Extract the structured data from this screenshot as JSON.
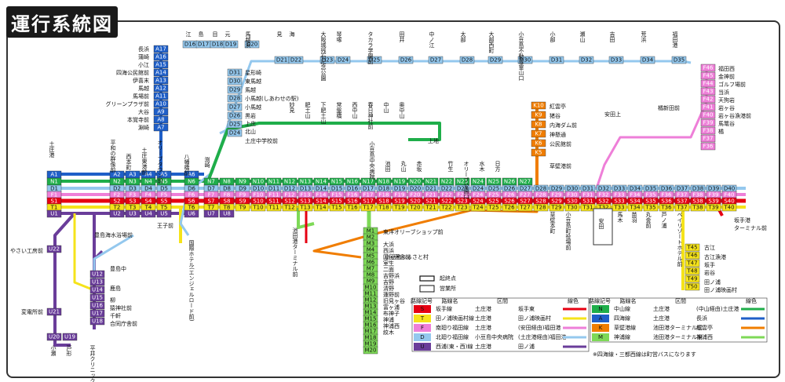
{
  "title": "運行系統図",
  "lines": [
    {
      "sym": "S",
      "name": "坂手線",
      "from": "土庄港",
      "to": "坂手東",
      "color": "#e60012"
    },
    {
      "sym": "T",
      "name": "田ノ浦映画村線",
      "from": "土庄港",
      "to": "田ノ浦映画村",
      "color": "#f5e31a"
    },
    {
      "sym": "F",
      "name": "南廻り福田線",
      "from": "土庄港",
      "to": "(安田経由)福田港",
      "color": "#ee7fd8"
    },
    {
      "sym": "D",
      "name": "北廻り福田線",
      "from": "小豆島中央病院",
      "to": "(土庄港経由)福田港",
      "color": "#94c8ee"
    },
    {
      "sym": "U",
      "name": "西浦(東・西)線",
      "from": "土庄港",
      "to": "田ノ浦",
      "color": "#6a3d9a"
    },
    {
      "sym": "N",
      "name": "中山線",
      "from": "土庄港",
      "to": "(中山経由)土庄港",
      "color": "#1fae4a"
    },
    {
      "sym": "A",
      "name": "四海線",
      "from": "土庄港",
      "to": "長浜",
      "color": "#1f5fc8"
    },
    {
      "sym": "K",
      "name": "草壁港線",
      "from": "池田港ターミナル前",
      "to": "紅雲亭",
      "color": "#f07d00"
    },
    {
      "sym": "M",
      "name": "神浦線",
      "from": "池田港ターミナル前",
      "to": "神浦西",
      "color": "#7ed957"
    }
  ],
  "legend_headers": {
    "sym": "路線記号",
    "name": "路線名",
    "section": "区間",
    "color": "線色"
  },
  "notes": {
    "kiten": "起終点",
    "eigyo": "営業所",
    "footnote": "※四海線・三都西線は町営バスになります"
  },
  "stations": [
    {
      "t": "長浜"
    },
    {
      "t": "蒲崎"
    },
    {
      "t": "小江"
    },
    {
      "t": "四海公民館前"
    },
    {
      "t": "伊喜末"
    },
    {
      "t": "馬越"
    },
    {
      "t": "馬場前"
    },
    {
      "t": "グリーンプラザ前"
    },
    {
      "t": "大谷"
    },
    {
      "t": "本覚寺前"
    },
    {
      "t": "淵崎"
    },
    {
      "t": "土庄港"
    },
    {
      "t": "平和の群像前"
    },
    {
      "t": "西本町"
    },
    {
      "t": "土庄東港前"
    },
    {
      "t": "オリーブタウン前"
    },
    {
      "t": "八幡橋前"
    },
    {
      "t": "渕崎"
    },
    {
      "t": "江"
    },
    {
      "t": "島"
    },
    {
      "t": "目"
    },
    {
      "t": "元"
    },
    {
      "t": "馬越浜"
    },
    {
      "t": "見"
    },
    {
      "t": "海"
    },
    {
      "t": "大阪城残石記念公園"
    },
    {
      "t": "琴塚"
    },
    {
      "t": "タカラ学園前"
    },
    {
      "t": "田井"
    },
    {
      "t": "中ノ江"
    },
    {
      "t": "太部"
    },
    {
      "t": "大部西町"
    },
    {
      "t": "小豆島不動尊霊山口"
    },
    {
      "t": "小部"
    },
    {
      "t": "瀬山"
    },
    {
      "t": "吉田"
    },
    {
      "t": "荒浜"
    },
    {
      "t": "福田港"
    },
    {
      "t": "星形崎"
    },
    {
      "t": "東馬越"
    },
    {
      "t": "馬越"
    },
    {
      "t": "小馬越(しあわせの駅)"
    },
    {
      "t": "小馬越"
    },
    {
      "t": "黒岩"
    },
    {
      "t": "上庄"
    },
    {
      "t": "北山"
    },
    {
      "t": "土庄中学校前"
    },
    {
      "t": "妙見"
    },
    {
      "t": "肥土山"
    },
    {
      "t": "下肥土山"
    },
    {
      "t": "常盤橋"
    },
    {
      "t": "西中山"
    },
    {
      "t": "春日神社前"
    },
    {
      "t": "中山"
    },
    {
      "t": "奥中山"
    },
    {
      "t": "上地"
    },
    {
      "t": "福田西"
    },
    {
      "t": "金神前"
    },
    {
      "t": "ゴルフ場前"
    },
    {
      "t": "当浜"
    },
    {
      "t": "天狗岩"
    },
    {
      "t": "岩ヶ谷"
    },
    {
      "t": "岩ヶ谷漁港前"
    },
    {
      "t": "馬篭谷"
    },
    {
      "t": "橘"
    },
    {
      "t": "橘新田前"
    },
    {
      "t": "安田上"
    },
    {
      "t": "草壁港前"
    },
    {
      "t": "紅雲亭"
    },
    {
      "t": "猪谷"
    },
    {
      "t": "内海ダム前"
    },
    {
      "t": "神懸通"
    },
    {
      "t": "公民館前"
    },
    {
      "t": "草壁本町"
    },
    {
      "t": "小豆島町役場前"
    },
    {
      "t": "安田"
    },
    {
      "t": "馬木"
    },
    {
      "t": "苗羽"
    },
    {
      "t": "丸金前"
    },
    {
      "t": "芦ノ浦"
    },
    {
      "t": "ベイリゾートホテル前"
    },
    {
      "t": "古江"
    },
    {
      "t": "坂手港"
    },
    {
      "t": "ターミナル前"
    },
    {
      "t": "古江漁港"
    },
    {
      "t": "坂手"
    },
    {
      "t": "岩谷"
    },
    {
      "t": "田ノ浦"
    },
    {
      "t": "田ノ浦映画村"
    },
    {
      "t": "小豆島中央病院"
    },
    {
      "t": "池田港ターミナル前"
    },
    {
      "t": "池田"
    },
    {
      "t": "丸山"
    },
    {
      "t": "赤坂"
    },
    {
      "t": "竹生"
    },
    {
      "t": "オリーブ公園口"
    },
    {
      "t": "水木"
    },
    {
      "t": "日方"
    },
    {
      "t": "東洋オリーブショップ前"
    },
    {
      "t": "小豆島ふるさと村"
    },
    {
      "t": "東洋オリーブショップ前"
    },
    {
      "t": "大浜"
    },
    {
      "t": "西浜"
    },
    {
      "t": "国民宿舎前"
    },
    {
      "t": "室生"
    },
    {
      "t": "二面"
    },
    {
      "t": "吉野浜"
    },
    {
      "t": "吉野"
    },
    {
      "t": "清野"
    },
    {
      "t": "蓮野前"
    },
    {
      "t": "旧見ヶ谷"
    },
    {
      "t": "富ヶ浦"
    },
    {
      "t": "布神子"
    },
    {
      "t": "神浦"
    },
    {
      "t": "神浦西"
    },
    {
      "t": "紋木"
    },
    {
      "t": "やさい工房前"
    },
    {
      "t": "変電所前"
    },
    {
      "t": "小瀬"
    },
    {
      "t": "戸形"
    },
    {
      "t": "平井クリニック前"
    },
    {
      "t": "豊島海水浴場前"
    },
    {
      "t": "豊島中"
    },
    {
      "t": "鹿島"
    },
    {
      "t": "柳"
    },
    {
      "t": "猿神社前"
    },
    {
      "t": "千軒"
    },
    {
      "t": "合同庁舎前"
    },
    {
      "t": "王子前"
    },
    {
      "t": "国際ホテル(エンジェルロード前)"
    }
  ]
}
